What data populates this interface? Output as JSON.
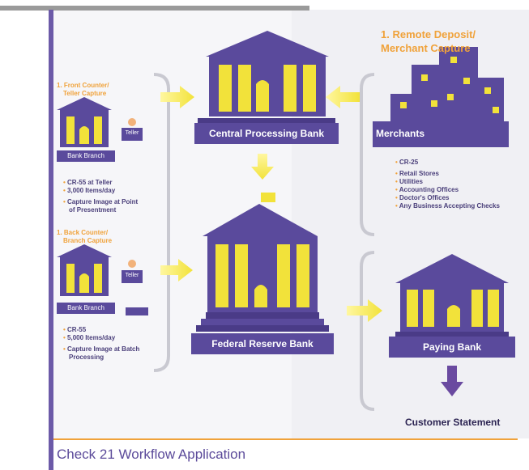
{
  "caption": "Check 21 Workflow Application",
  "remote_capture": {
    "line1": "1. Remote Deposit/",
    "line2": "Merchant Capture"
  },
  "front_counter": {
    "line1": "1. Front Counter/",
    "line2": "Teller Capture"
  },
  "back_counter": {
    "line1": "1. Back Counter/",
    "line2": "Branch Capture"
  },
  "teller_label": "Teller",
  "bank_branch_label": "Bank Branch",
  "central_bank": "Central Processing Bank",
  "federal_bank": "Federal Reserve Bank",
  "paying_bank": "Paying Bank",
  "merchants": "Merchants",
  "customer_statement": "Customer Statement",
  "front_bullets": [
    "CR-55 at Teller",
    "3,000 Items/day",
    "Capture Image at Point",
    "of Presentment"
  ],
  "back_bullets": [
    "CR-55",
    "5,000 Items/day",
    "Capture Image at Batch",
    "Processing"
  ],
  "merchant_bullets": [
    "CR-25",
    "Retail Stores",
    "Utilities",
    "Accounting Offices",
    "Doctor's Offices",
    "Any Business Accepting Checks"
  ],
  "colors": {
    "purple": "#5a4a9c",
    "dark_purple": "#4a3b87",
    "yellow": "#f2e23a",
    "orange": "#f0a23a",
    "bracket": "#c9c9d1"
  }
}
